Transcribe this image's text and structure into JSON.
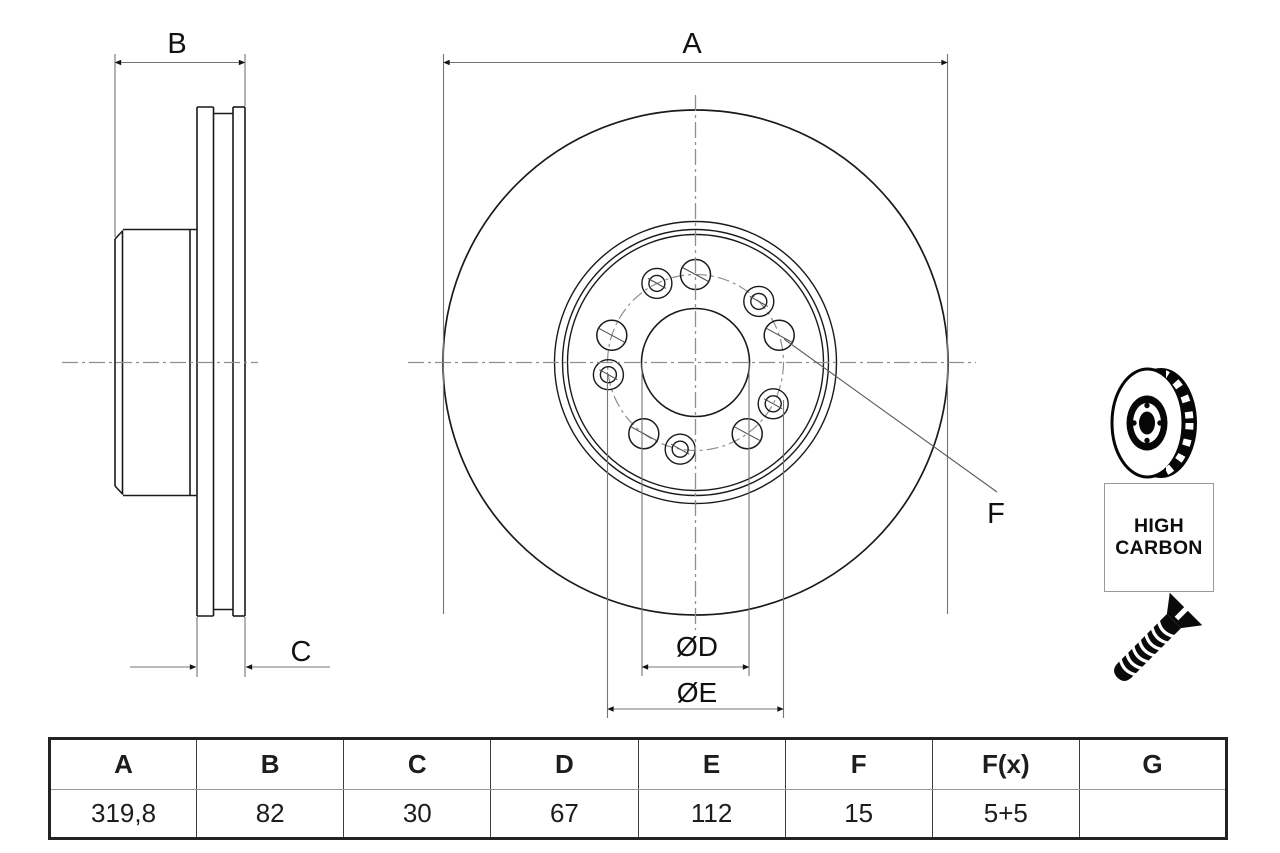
{
  "drawing": {
    "dim_labels": {
      "a": "A",
      "b": "B",
      "c": "C",
      "f": "F",
      "od": "ØD",
      "oe": "ØE"
    }
  },
  "badge": {
    "line1": "HIGH",
    "line2": "CARBON"
  },
  "table": {
    "headers": [
      "A",
      "B",
      "C",
      "D",
      "E",
      "F",
      "F(x)",
      "G"
    ],
    "values": [
      "319,8",
      "82",
      "30",
      "67",
      "112",
      "15",
      "5+5",
      ""
    ]
  },
  "icons": {
    "brake_disc": "brake-disc-icon",
    "screw": "countersunk-screw-icon"
  },
  "colors": {
    "object_line": "#1a1a1a",
    "dimension_line": "#757575",
    "center_line": "#8f8f8f",
    "text": "#111111"
  }
}
